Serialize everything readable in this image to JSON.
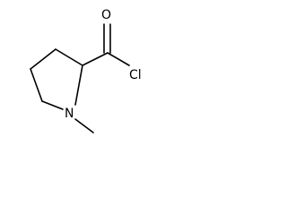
{
  "molecule": {
    "atoms": {
      "oxygen": "O",
      "chlorine": "Cl",
      "nitrogen": "N"
    },
    "colors": {
      "background": "#ffffff",
      "ink": "#000000"
    }
  }
}
